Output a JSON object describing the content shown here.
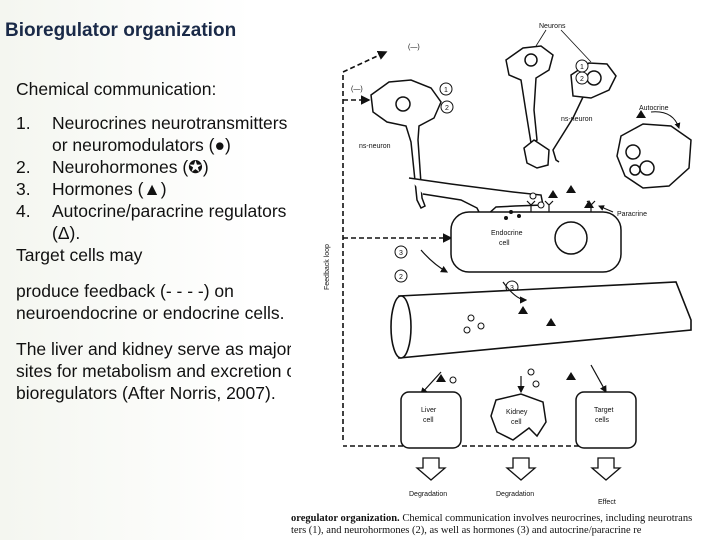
{
  "slide": {
    "title": "Bioregulator organization",
    "intro": "Chemical communication:",
    "items": [
      {
        "num": "1.",
        "text": "Neurocrines neurotransmitters or neuromodulators (●)"
      },
      {
        "num": "2.",
        "text": "Neurohormones (✪)"
      },
      {
        "num": "3.",
        "text": "Hormones (▲)"
      },
      {
        "num": "4.",
        "text": "Autocrine/paracrine regulators (Δ)."
      }
    ],
    "para1": "Target cells may",
    "para2": "produce feedback (- - - -) on neuroendocrine or endocrine cells.",
    "para3": "The liver and kidney serve as major sites for metabolism and excretion of bioregulators (After Norris, 2007)."
  },
  "figure": {
    "labels": {
      "neurons": "Neurons",
      "ns_neuron_left": "ns-neuron",
      "ns_neuron_right": "ns-neuron",
      "autocrine": "Autocrine",
      "paracrine": "Paracrine",
      "endocrine_cell_line1": "Endocrine",
      "endocrine_cell_line2": "cell",
      "feedback_loop": "Feedback loop",
      "liver_line1": "Liver",
      "liver_line2": "cell",
      "kidney_line1": "Kidney",
      "kidney_line2": "cell",
      "target_line1": "Target",
      "target_line2": "cells",
      "degradation_left": "Degradation",
      "degradation_mid": "Degradation",
      "effect": "Effect",
      "minus_top": "(—)",
      "minus_mid": "(—)"
    },
    "caption_lead": "oregulator organization.",
    "caption_line1": " Chemical communication involves neurocrines, including neurotrans",
    "caption_line2": "ters (1), and neurohormones (2), as well as hormones (3) and autocrine/paracrine re"
  }
}
